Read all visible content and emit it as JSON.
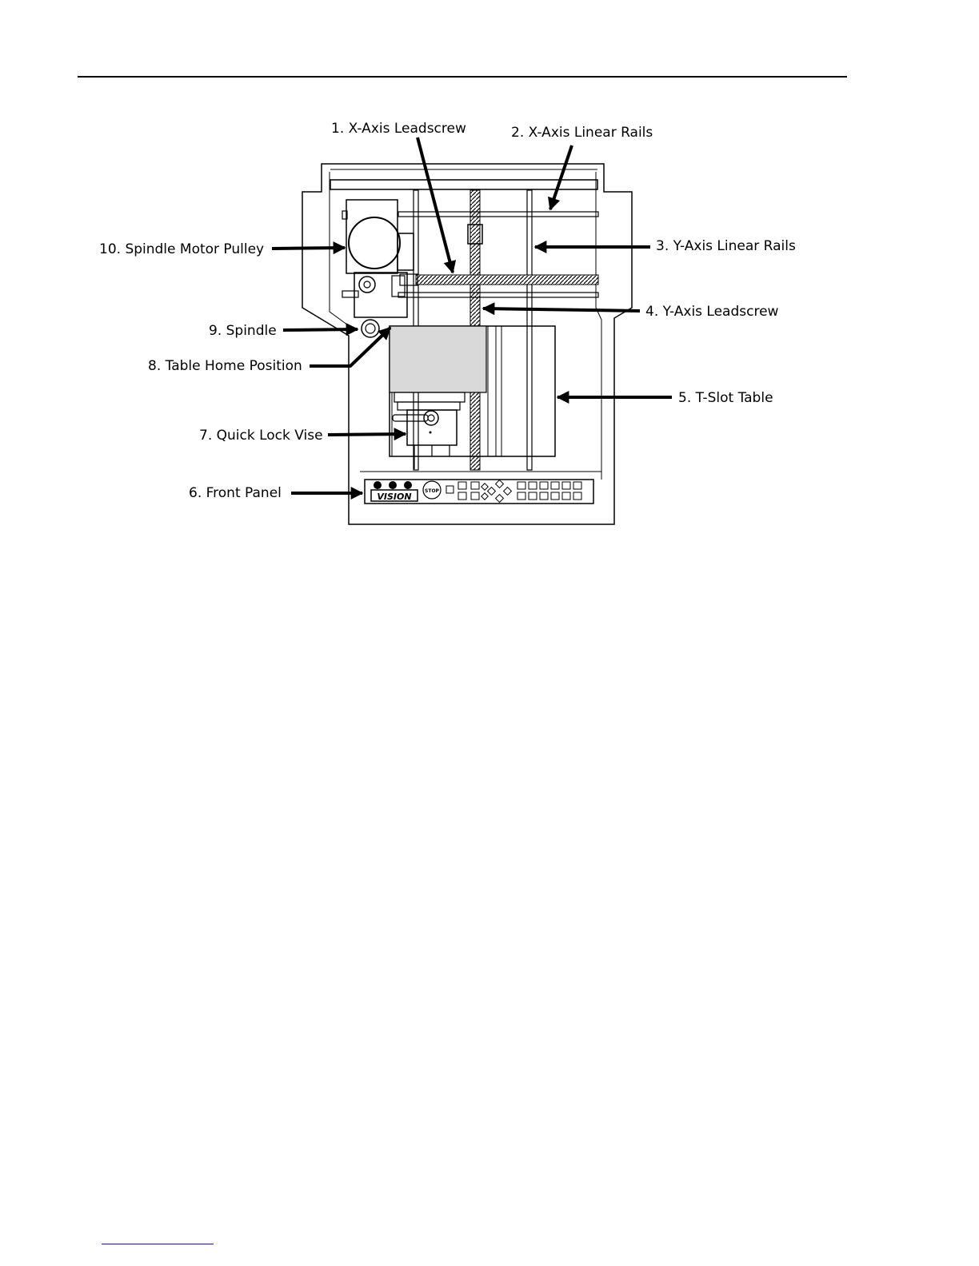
{
  "callouts": {
    "c1": "1. X-Axis Leadscrew",
    "c2": "2. X-Axis Linear Rails",
    "c3": "3. Y-Axis Linear Rails",
    "c4": "4. Y-Axis Leadscrew",
    "c5": "5. T-Slot Table",
    "c6": "6. Front Panel",
    "c7": "7. Quick Lock Vise",
    "c8": "8. Table Home Position",
    "c9": "9. Spindle",
    "c10": "10. Spindle Motor Pulley"
  },
  "panel": {
    "brand": "VISION",
    "stop_label": "STOP"
  }
}
